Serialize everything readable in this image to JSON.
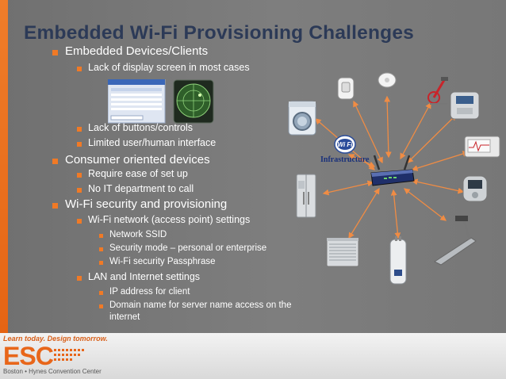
{
  "slide": {
    "title": "Embedded Wi-Fi Provisioning Challenges",
    "bullets": [
      {
        "level": 1,
        "text": "Embedded Devices/Clients"
      },
      {
        "level": 2,
        "text": "Lack of display screen in most cases"
      },
      {
        "level": 2,
        "text": "Lack of buttons/controls"
      },
      {
        "level": 2,
        "text": "Limited user/human interface"
      },
      {
        "level": 1,
        "text": "Consumer oriented devices"
      },
      {
        "level": 2,
        "text": "Require ease of set up"
      },
      {
        "level": 2,
        "text": "No IT department to call"
      },
      {
        "level": 1,
        "text": "Wi-Fi security and provisioning"
      },
      {
        "level": 2,
        "text": "Wi-Fi network (access point) settings"
      },
      {
        "level": 3,
        "text": "Network SSID"
      },
      {
        "level": 3,
        "text": "Security mode – personal or enterprise"
      },
      {
        "level": 3,
        "text": "Wi-Fi security Passphrase"
      },
      {
        "level": 2,
        "text": "LAN and Internet settings"
      },
      {
        "level": 3,
        "text": "IP address for client"
      },
      {
        "level": 3,
        "text": "Domain name for server name access on the"
      },
      {
        "level": 3,
        "text": "internet"
      }
    ]
  },
  "diagram": {
    "wifi_badge": "Wi Fi",
    "infrastructure_label": "Infrastructure"
  },
  "footer": {
    "tagline": "Learn today. Design tomorrow.",
    "logo_text": "ESC",
    "venue": "Boston • Hynes Convention Center"
  },
  "colors": {
    "accent": "#f07a26",
    "title": "#2c3a57",
    "background": "#7b7b7b",
    "arrow": "#f08c44"
  }
}
